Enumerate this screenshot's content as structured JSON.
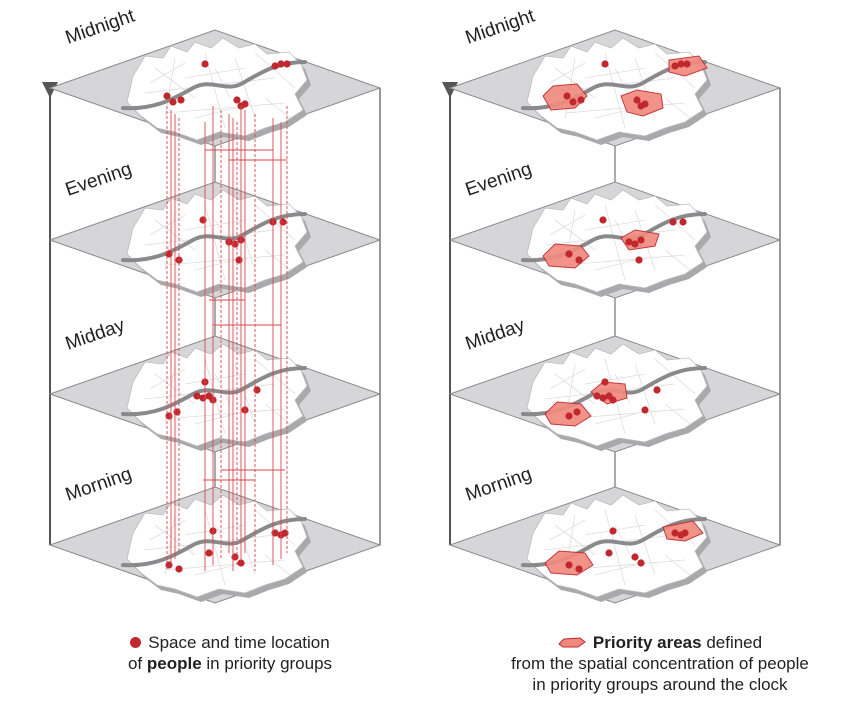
{
  "colors": {
    "plane_fill": "#d6d6d8",
    "plane_stroke": "#8a8a8a",
    "map_fill": "#ffffff",
    "map_shadow": "#a9a9ab",
    "river": "#8a8a8c",
    "person_dot": "#c0282d",
    "trajectory": "#d9484e",
    "priority_fill": "#f08a7e",
    "priority_stroke": "#c0282d",
    "frame": "#555555"
  },
  "time_levels": [
    {
      "key": "midnight",
      "label": "Midnight"
    },
    {
      "key": "evening",
      "label": "Evening"
    },
    {
      "key": "midday",
      "label": "Midday"
    },
    {
      "key": "morning",
      "label": "Morning"
    }
  ],
  "legend": {
    "people": {
      "icon": "red-dot",
      "line1": "Space and time location",
      "line2_prefix": "of ",
      "line2_bold": "people",
      "line2_suffix": " in priority groups"
    },
    "priority": {
      "icon": "priority-area-shape",
      "line1_bold": "Priority areas",
      "line1_suffix": " defined",
      "line2": "from the spatial concentration of people",
      "line3": "in priority groups around the clock"
    }
  }
}
